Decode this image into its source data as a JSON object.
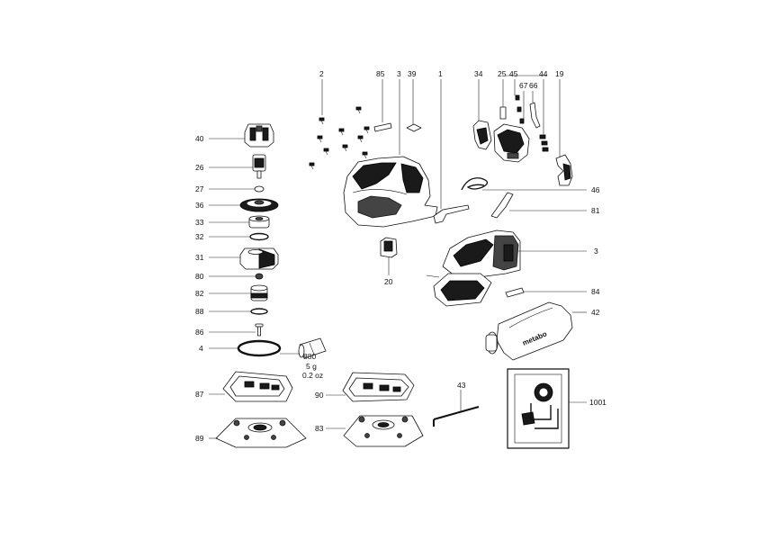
{
  "labels": {
    "p2": "2",
    "p85": "85",
    "p3a": "3",
    "p39": "39",
    "p1": "1",
    "p34": "34",
    "p25": "25",
    "p45": "45",
    "p44": "44",
    "p19": "19",
    "p67": "67",
    "p66": "66",
    "p40": "40",
    "p26": "26",
    "p27": "27",
    "p36": "36",
    "p33": "33",
    "p32": "32",
    "p31": "31",
    "p80": "80",
    "p82": "82",
    "p88": "88",
    "p86": "86",
    "p4": "4",
    "p87": "87",
    "p89": "89",
    "p880": "880",
    "grease_g": "5 g",
    "grease_oz": "0.2 oz",
    "p46": "46",
    "p81": "81",
    "p3b": "3",
    "p20": "20",
    "p84": "84",
    "p42": "42",
    "p90": "90",
    "p83": "83",
    "p43": "43",
    "p1001": "1001"
  },
  "bag_brand": "metabo",
  "colors": {
    "line": "#111111",
    "dark": "#1a1a1a",
    "mid": "#444444"
  }
}
